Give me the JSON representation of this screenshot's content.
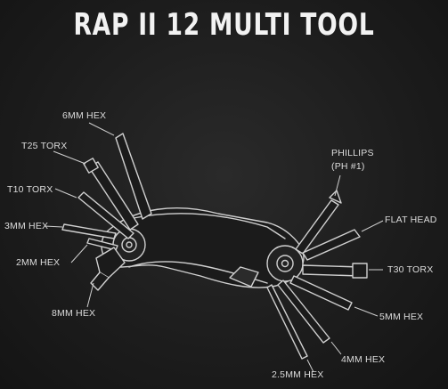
{
  "title": "RAP II 12 MULTI TOOL",
  "labels": {
    "hex6": "6MM HEX",
    "t25": "T25 TORX",
    "t10": "T10 TORX",
    "hex3": "3MM HEX",
    "hex2": "2MM HEX",
    "hex8": "8MM HEX",
    "phillips_line1": "PHILLIPS",
    "phillips_line2": "(PH #1)",
    "flathead": "FLAT HEAD",
    "t30": "T30 TORX",
    "hex5": "5MM HEX",
    "hex4": "4MM HEX",
    "hex25": "2.5MM HEX"
  },
  "colors": {
    "background": "#1c1c1c",
    "line": "#d8d8d8",
    "text": "#e8e8e8"
  },
  "icons": [
    "lezyne-logo-badge"
  ]
}
